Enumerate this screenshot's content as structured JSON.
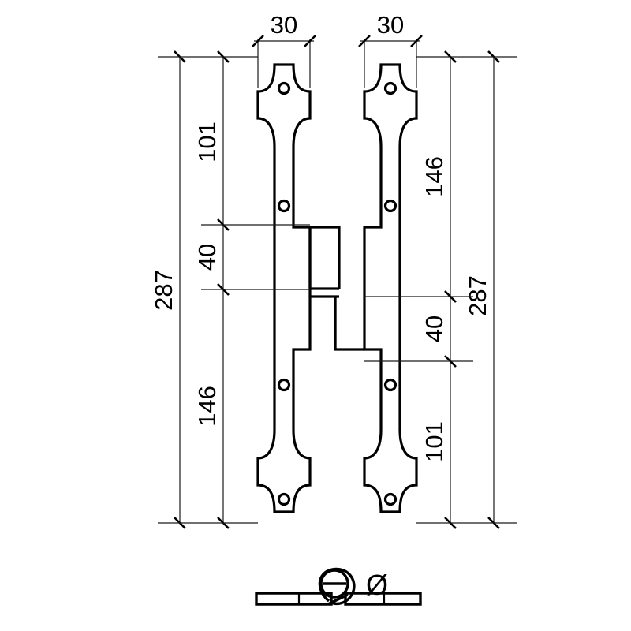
{
  "drawing": {
    "title": "Hinge Plate Technical Drawing",
    "units": "mm",
    "background_color": "#ffffff",
    "line_color": "#000000",
    "dimension_line_color": "#1a1a1a"
  },
  "views": {
    "front": {
      "name": "front-elevation",
      "leaves": [
        {
          "name": "left-leaf",
          "width_label": "30",
          "segments": [
            {
              "label": "101",
              "position": "top"
            },
            {
              "label": "40",
              "position": "middle"
            },
            {
              "label": "146",
              "position": "bottom"
            }
          ],
          "overall_label": "287",
          "screw_hole_count": 4
        },
        {
          "name": "right-leaf",
          "width_label": "30",
          "segments": [
            {
              "label": "146",
              "position": "top"
            },
            {
              "label": "40",
              "position": "middle"
            },
            {
              "label": "101",
              "position": "bottom"
            }
          ],
          "overall_label": "287",
          "screw_hole_count": 4
        }
      ]
    },
    "side": {
      "name": "side-section",
      "diameter_symbol": "Ø"
    }
  },
  "dimensions": {
    "width_left": "30",
    "width_right": "30",
    "left_top_segment": "101",
    "left_middle_segment": "40",
    "left_bottom_segment": "146",
    "left_overall": "287",
    "right_top_segment": "146",
    "right_middle_segment": "40",
    "right_bottom_segment": "101",
    "right_overall": "287",
    "pin_diameter": "Ø"
  }
}
